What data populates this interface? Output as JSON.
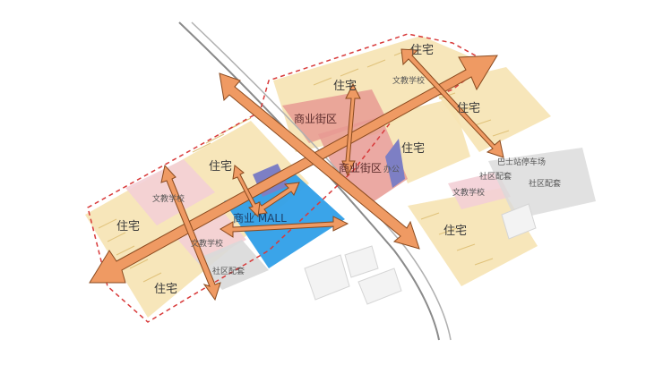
{
  "labels": {
    "residential": "住宅",
    "school": "文教学校",
    "community": "社区配套",
    "commercial_street": "商业街区",
    "mall": "商业 MALL",
    "office": "办公",
    "bus_terminal": "巴士站停车场"
  },
  "colors": {
    "residential_fill": "#f6e3b3",
    "school_fill": "#f3cfd6",
    "commercial_fill": "#e89a93",
    "mall_fill": "#2f9fe8",
    "office_fill": "#7d7fc4",
    "community_fill": "#d9d9d9",
    "arrow_fill": "#ef9a63",
    "arrow_stroke": "#8a4a1f",
    "boundary_stroke": "#d83a3a",
    "rail_stroke": "#8a8a8a"
  }
}
